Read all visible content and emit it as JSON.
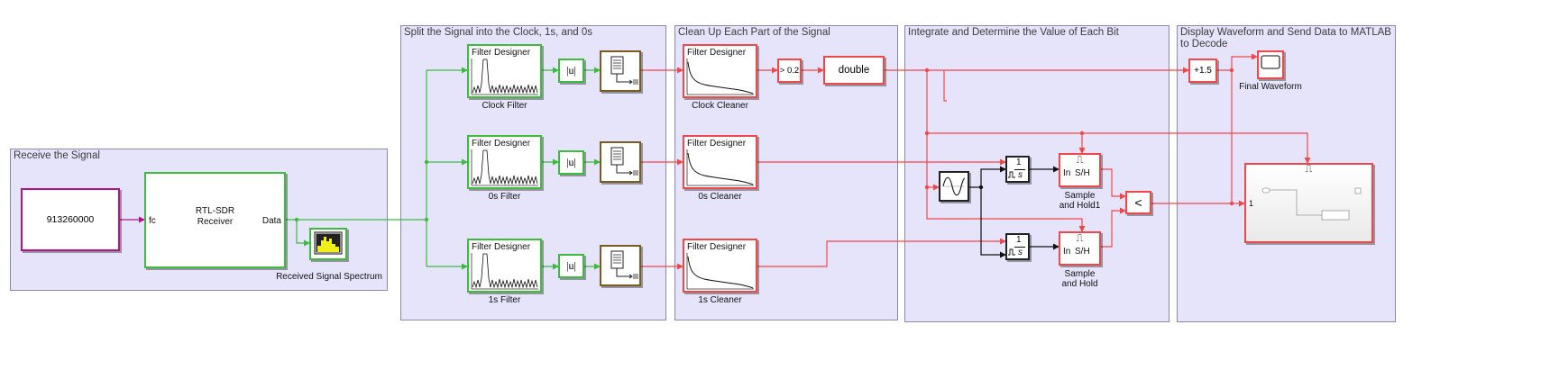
{
  "areas": {
    "receive": "Receive the Signal",
    "split": "Split the Signal into the Clock, 1s, and 0s",
    "cleanup": "Clean Up Each Part of the Signal",
    "integrate": "Integrate and Determine the Value of Each Bit",
    "display_line1": "Display Waveform and Send Data to MATLAB",
    "display_line2": "to Decode"
  },
  "blocks": {
    "constant": "913260000",
    "rtl_line1": "RTL-SDR",
    "rtl_line2": "Receiver",
    "rtl_in_port": "fc",
    "rtl_out_port": "Data",
    "spectrum_label": "Received Signal Spectrum",
    "filter_header": "Filter Designer",
    "clock_filter": "Clock Filter",
    "zeros_filter": "0s Filter",
    "ones_filter": "1s Filter",
    "abs": "|u|",
    "clock_cleaner": "Clock Cleaner",
    "zeros_cleaner": "0s Cleaner",
    "ones_cleaner": "1s Cleaner",
    "compare": "> 0.2",
    "convert": "double",
    "integrator_num": "1",
    "integrator_den": "s",
    "sh_in": "In",
    "sh_out": "S/H",
    "sh_trigger": "⎍",
    "sample_hold1_line1": "Sample",
    "sample_hold1_line2": "and Hold1",
    "sample_hold_line1": "Sample",
    "sample_hold_line2": "and Hold",
    "relational": "<",
    "bias": "+1.5",
    "final_waveform": "Final Waveform",
    "to_matlab_port": "1"
  },
  "colors": {
    "green_wire": "#3dbb3d",
    "red_wire": "#f04848",
    "area_bg": "#e5e4fb",
    "magenta_wire": "#b5128a"
  }
}
